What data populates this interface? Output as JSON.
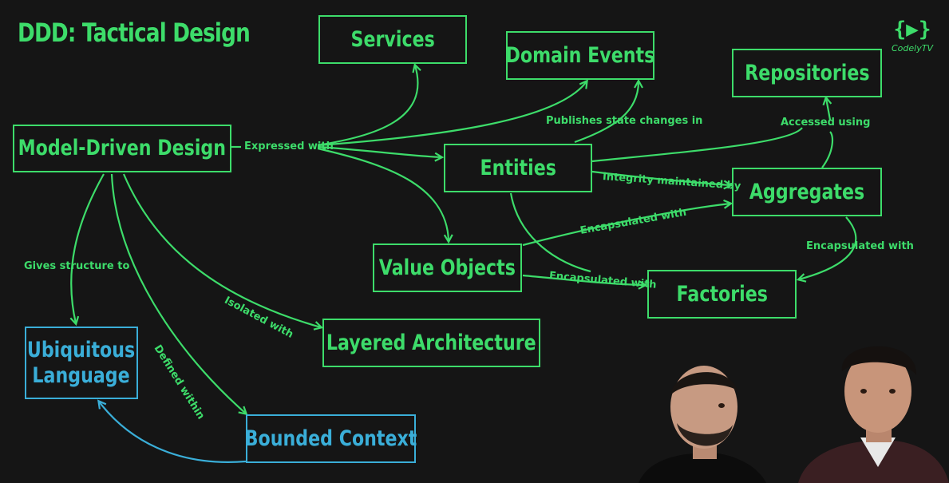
{
  "title": "DDD: Tactical Design",
  "logo": {
    "braces": "{▶}",
    "name": "CodelyTV"
  },
  "nodes": {
    "services": "Services",
    "domain_events": "Domain Events",
    "repositories": "Repositories",
    "model_driven_design": "Model-Driven Design",
    "entities": "Entities",
    "aggregates": "Aggregates",
    "value_objects": "Value Objects",
    "factories": "Factories",
    "layered_architecture": "Layered Architecture",
    "ubiquitous_language_line1": "Ubiquitous",
    "ubiquitous_language_line2": "Language",
    "bounded_context": "Bounded Context"
  },
  "edge_labels": {
    "expressed_with": "Expressed with",
    "publishes_state_changes_in": "Publishes state changes in",
    "accessed_using": "Accessed using",
    "integrity_maintained_by": "Integrity maintained by",
    "encapsulated_with_value_objects": "Encapsulated with",
    "encapsulated_with_factories": "Encapsulated with",
    "encapsulated_with_aggregates": "Encapsulated with",
    "gives_structure_to": "Gives structure to",
    "isolated_with": "Isolated with",
    "defined_within": "Defined within"
  },
  "colors": {
    "background": "#151515",
    "green": "#3ddc6a",
    "blue": "#3aaed8"
  }
}
